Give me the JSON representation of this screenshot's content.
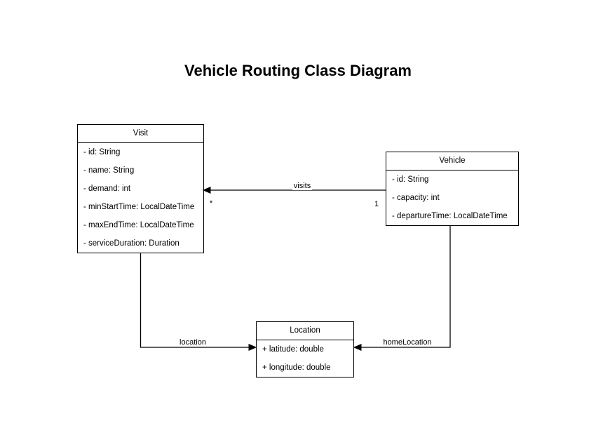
{
  "title": "Vehicle Routing Class Diagram",
  "colors": {
    "background": "#ffffff",
    "line": "#000000",
    "text": "#000000"
  },
  "classes": {
    "visit": {
      "name": "Visit",
      "attributes": [
        "- id: String",
        "- name: String",
        "- demand: int",
        "- minStartTime: LocalDateTime",
        "- maxEndTime: LocalDateTime",
        "- serviceDuration: Duration"
      ]
    },
    "vehicle": {
      "name": "Vehicle",
      "attributes": [
        "- id: String",
        "- capacity: int",
        "- departureTime: LocalDateTime"
      ]
    },
    "location": {
      "name": "Location",
      "attributes": [
        "+ latitude: double",
        "+ longitude: double"
      ]
    }
  },
  "relations": {
    "visits": {
      "label": "visits",
      "from": "Vehicle",
      "to": "Visit",
      "source_multiplicity": "1",
      "target_multiplicity": "*"
    },
    "location": {
      "label": "location",
      "from": "Visit",
      "to": "Location"
    },
    "homeLocation": {
      "label": "homeLocation",
      "from": "Vehicle",
      "to": "Location"
    }
  }
}
